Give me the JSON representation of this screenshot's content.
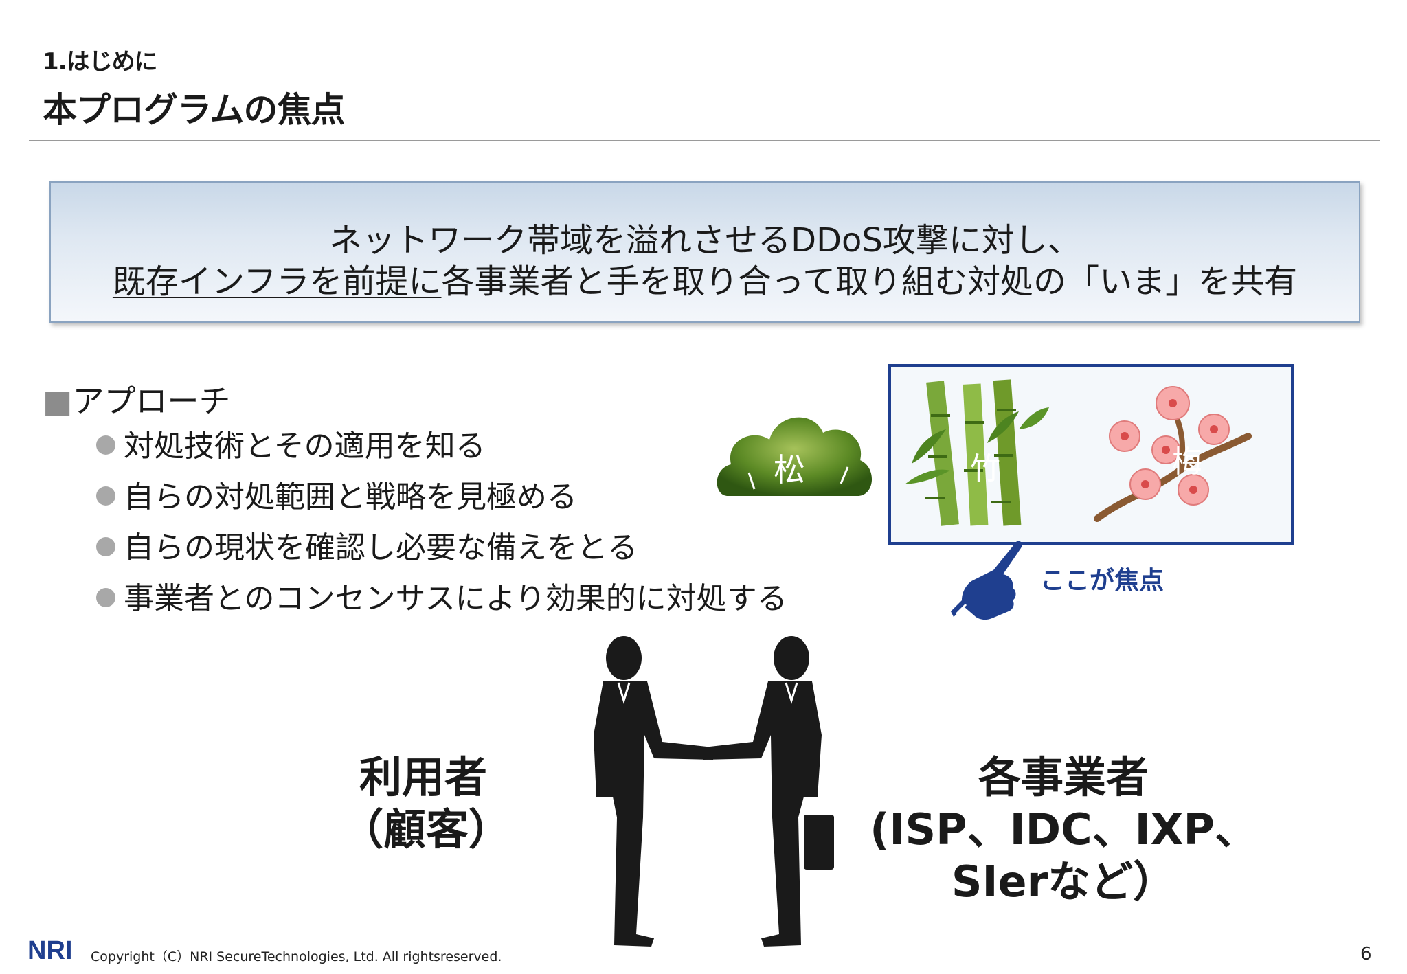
{
  "header": {
    "section_label": "1.はじめに",
    "page_title": "本プログラムの焦点"
  },
  "focus_box": {
    "line1": "ネットワーク帯域を溢れさせるDDoS攻撃に対し、",
    "line2_underlined": "既存インフラを前提に",
    "line2_rest": "各事業者と手を取り合って取り組む対処の「いま」を共有"
  },
  "approach": {
    "marker": "■",
    "heading": "アプローチ",
    "items": [
      "対処技術とその適用を知る",
      "自らの対処範囲と戦略を見極める",
      "自らの現状を確認し必要な備えをとる",
      "事業者とのコンセンサスにより効果的に対処する"
    ]
  },
  "tiers": {
    "pine": "松",
    "bamboo": "竹",
    "plum": "梅",
    "focus_caption": "ここが焦点"
  },
  "parties": {
    "left_line1": "利用者",
    "left_line2": "（顧客）",
    "right_line1": "各事業者",
    "right_line2": "(ISP、IDC、IXP、SIerなど）"
  },
  "footer": {
    "logo_text": "NRI",
    "copyright": "Copyright（C）NRI SecureTechnologies, Ltd. All rightsreserved.",
    "page_number": "6"
  },
  "colors": {
    "accent_blue": "#1f3f8f",
    "pine_green": "#3d6a1c",
    "bamboo_green": "#6f9a2a",
    "plum_pink": "#f08b8b"
  }
}
